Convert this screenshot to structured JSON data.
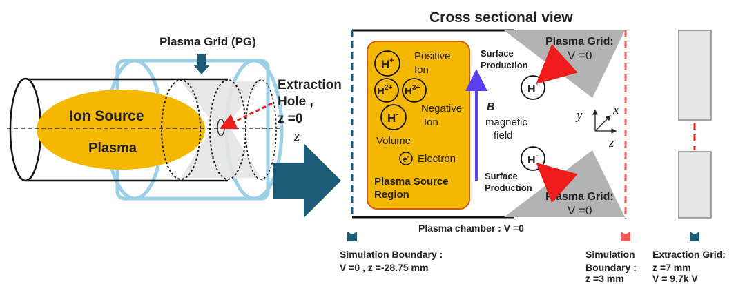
{
  "left_view": {
    "plasma_grid_label": "Plasma Grid (PG)",
    "ion_source_label": "Ion Source",
    "plasma_label": "Plasma",
    "extraction_hole_label": "Extraction",
    "extraction_hole_label2": "Hole ,",
    "extraction_z_label": "z =0",
    "z_axis_label": "z"
  },
  "cross_section": {
    "title": "Cross sectional view",
    "plasma_grid_top_label": "Plasma Grid:",
    "plasma_grid_top_value": "V =0",
    "plasma_grid_bottom_label": "Plasma Grid:",
    "plasma_grid_bottom_value": "V =0",
    "h_plus": "H",
    "h_plus_sup": "+",
    "positive_ion_label1": "Positive",
    "positive_ion_label2": "Ion",
    "h2_plus": "H",
    "h2_plus_sup": "2+",
    "h3_plus": "H",
    "h3_plus_sup": "3+",
    "h_minus": "H",
    "h_minus_sup": "-",
    "negative_ion_label1": "Negative",
    "negative_ion_label2": "Ion",
    "volume_label": "Volume",
    "electron_symbol": "e",
    "electron_sup": "-",
    "electron_label": "Electron",
    "region_label1": "Plasma Source",
    "region_label2": "Region",
    "surface_production_top1": "Surface",
    "surface_production_top2": "Production",
    "surface_production_bottom1": "Surface",
    "surface_production_bottom2": "Production",
    "h_minus_top": "H",
    "h_minus_top_sup": "-",
    "h_minus_bottom": "H",
    "h_minus_bottom_sup": "-",
    "magnetic_symbol": "B",
    "magnetic_label1": "magnetic",
    "magnetic_label2": "field",
    "axis_y": "y",
    "axis_x": "x",
    "axis_z": "z",
    "chamber_label": "Plasma chamber : V =0"
  },
  "boundaries": {
    "sim_left_line1": "Simulation Boundary :",
    "sim_left_line2": "V =0 , z =-28.75 mm",
    "sim_right_line1": "Simulation",
    "sim_right_line2": "Boundary :",
    "sim_right_line3": "z =3 mm",
    "extraction_line1": "Extraction Grid:",
    "extraction_line2": "z =7 mm",
    "extraction_line3": "V = 9.7k V"
  },
  "colors": {
    "plasma_orange": "#f5b800",
    "grid_blue": "#9ccfe8",
    "arrow_dark_blue": "#1c5b78",
    "sim_red": "#f25a5a",
    "magnetic_purple": "#5a3ef0",
    "surface_red": "#ee1c1c",
    "grid_gray": "#b3b3b3"
  }
}
